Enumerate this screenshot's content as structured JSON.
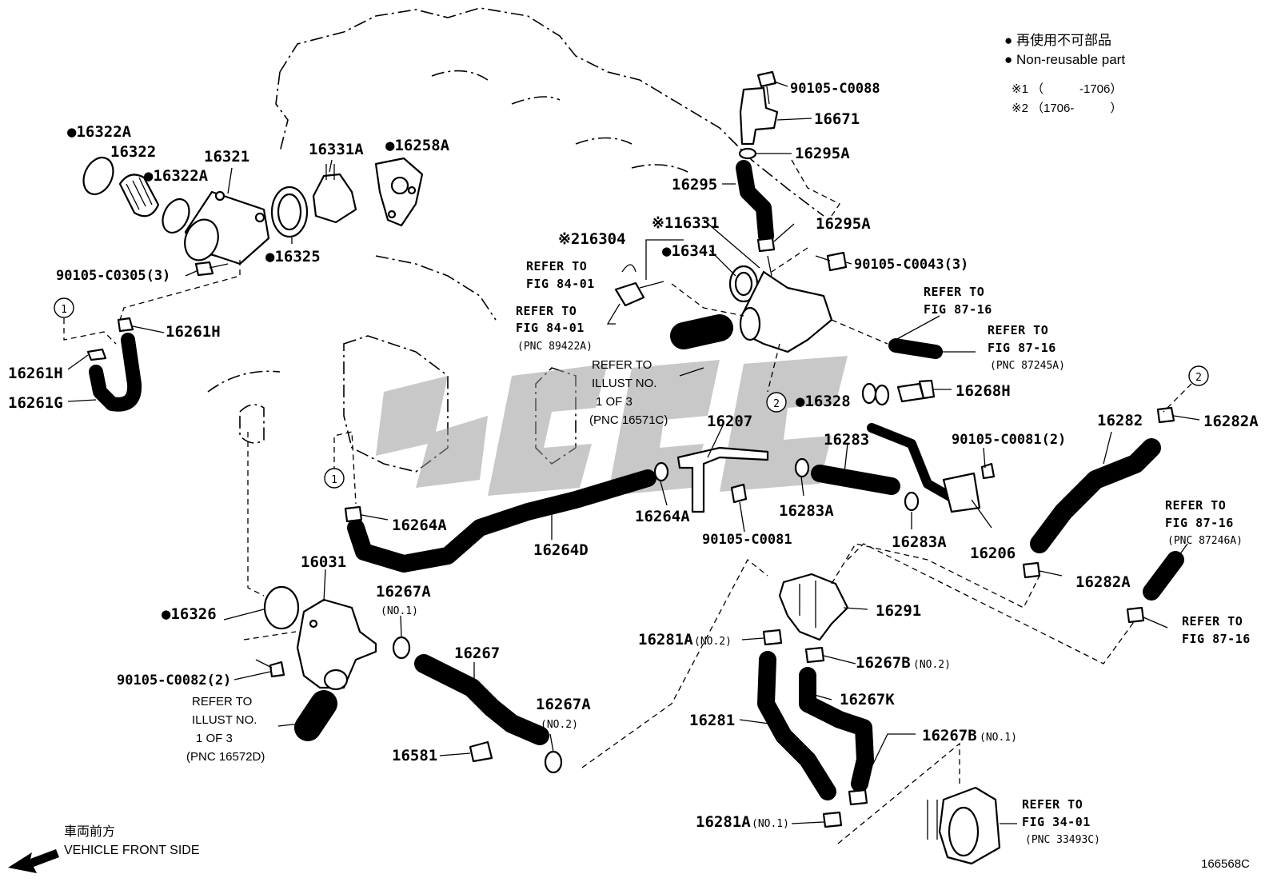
{
  "legend": {
    "line1": "● 再使用不可部品",
    "line2": "● Non-reusable part",
    "note1_mark": "※1",
    "note1_range": "（　　　-1706）",
    "note2_mark": "※2",
    "note2_range": "（1706-　　　）"
  },
  "orientation": {
    "jp": "車両前方",
    "en": "VEHICLE FRONT SIDE"
  },
  "figure_code": "166568C",
  "callout_markers": [
    "1",
    "2"
  ],
  "labels": {
    "p16322A_top": "●16322A",
    "p16322": "16322",
    "p16322A_mid": "●16322A",
    "p16321": "16321",
    "p16331A": "16331A",
    "p16258A": "●16258A",
    "p16325": "●16325",
    "p90105_C0305": "90105-C0305(3)",
    "p16261H_top": "16261H",
    "p16261H_left": "16261H",
    "p16261G": "16261G",
    "p90105_C0088": "90105-C0088",
    "p16671": "16671",
    "p16295A_top": "16295A",
    "p16295": "16295",
    "p16295A_mid": "16295A",
    "p16331": "※116331",
    "p16304": "※216304",
    "p16341": "●16341",
    "p90105_C0043": "90105-C0043(3)",
    "p16328": "●16328",
    "p16268H": "16268H",
    "p16282": "16282",
    "p16282A_top": "16282A",
    "p90105_C0081_2": "90105-C0081(2)",
    "p16207": "16207",
    "p16283": "16283",
    "p16264A_left": "16264A",
    "p16264A_mid": "16264A",
    "p16264D": "16264D",
    "p90105_C0081": "90105-C0081",
    "p16283A_left": "16283A",
    "p16283A_right": "16283A",
    "p16206": "16206",
    "p16282A_mid": "16282A",
    "p16031": "16031",
    "p16326": "●16326",
    "p16267A_1": "16267A",
    "p16267A_1_sub": "(NO.1)",
    "p16267": "16267",
    "p16291": "16291",
    "p16281A_2": "16281A",
    "p16281A_2_sub": "(NO.2)",
    "p16267B_2": "16267B",
    "p16267B_2_sub": "(NO.2)",
    "p90105_C0082": "90105-C0082(2)",
    "p16267K": "16267K",
    "p16281": "16281",
    "p16267A_2": "16267A",
    "p16267A_2_sub": "(NO.2)",
    "p16581": "16581",
    "p16267B_1": "16267B",
    "p16267B_1_sub": "(NO.1)",
    "p16281A_1": "16281A",
    "p16281A_1_sub": "(NO.1)"
  },
  "refers": {
    "fig84_a1": "REFER TO",
    "fig84_a2": "FIG 84-01",
    "fig84_b1": "REFER TO",
    "fig84_b2": "FIG 84-01",
    "fig84_b3": "(PNC 89422A)",
    "illust_a1": "REFER TO",
    "illust_a2": "ILLUST NO.",
    "illust_a3": "1 OF 3",
    "illust_a4": "(PNC 16571C)",
    "fig87_a1": "REFER TO",
    "fig87_a2": "FIG 87-16",
    "fig87_b1": "REFER TO",
    "fig87_b2": "FIG 87-16",
    "fig87_b3": "(PNC 87245A)",
    "fig87_c1": "REFER TO",
    "fig87_c2": "FIG 87-16",
    "fig87_c3": "(PNC 87246A)",
    "fig87_d1": "REFER TO",
    "fig87_d2": "FIG 87-16",
    "illust_b1": "REFER TO",
    "illust_b2": "ILLUST NO.",
    "illust_b3": "1 OF 3",
    "illust_b4": "(PNC 16572D)",
    "fig34_1": "REFER TO",
    "fig34_2": "FIG 34-01",
    "fig34_3": "(PNC 33493C)"
  },
  "icons": [
    "non-reusable-dot-icon",
    "front-arrow-icon",
    "callout-circle-icon"
  ]
}
